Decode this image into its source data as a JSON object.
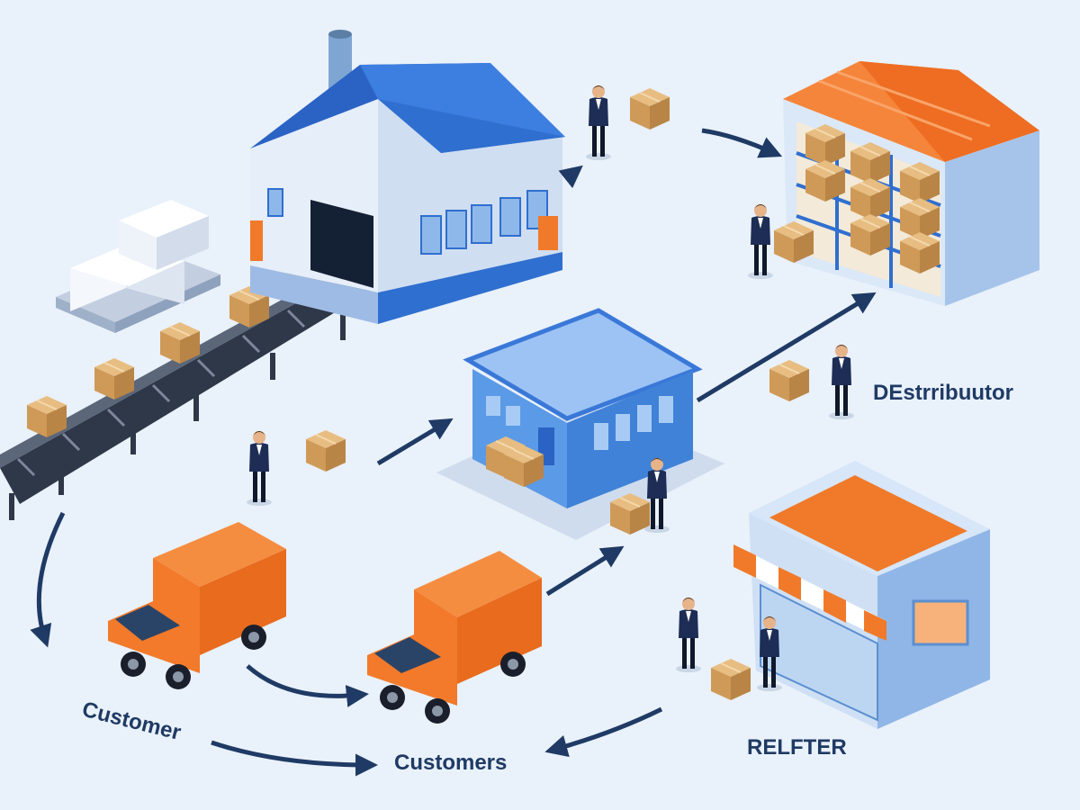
{
  "labels": {
    "distributor": "DEstrribuutor",
    "retailer": "RELFTER",
    "customer": "Customer",
    "customers": "Customers"
  },
  "colors": {
    "background": "#e9f1fa",
    "factory_roof": "#2c6fd1",
    "factory_wall": "#dbe8f8",
    "warehouse_roof": "#f07a2a",
    "hub_blue": "#4d8fe0",
    "truck_orange": "#f07a2a",
    "box": "#d9a96a",
    "arrow": "#1f3a64",
    "conveyor": "#3b4656",
    "label": "#1f3a64"
  },
  "icons": [
    "factory-icon",
    "warehouse-icon",
    "distribution-center-icon",
    "retail-store-icon",
    "delivery-truck-icon",
    "worker-icon",
    "cardboard-box-icon",
    "conveyor-belt-icon",
    "pallet-icon",
    "flow-arrow-icon"
  ]
}
